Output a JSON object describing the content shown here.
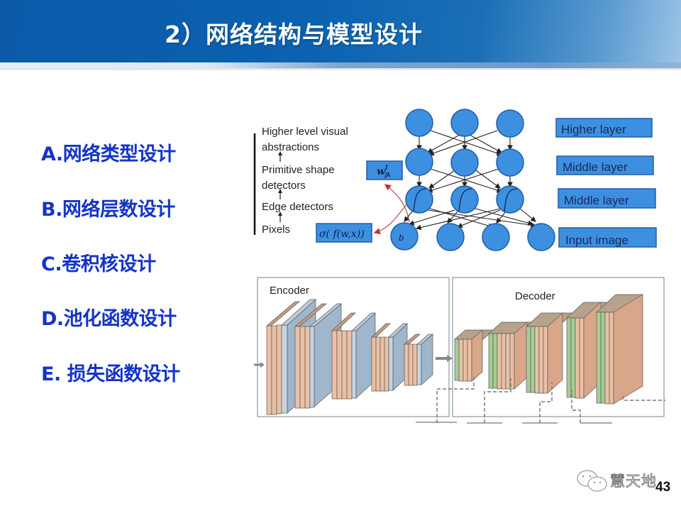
{
  "slide": {
    "title": "2）网络结构与模型设计",
    "page_number": "43",
    "watermark": "慧天地"
  },
  "design_list": {
    "items": [
      {
        "label": "A.网络类型设计"
      },
      {
        "label": "B.网络层数设计"
      },
      {
        "label": "C.卷积核设计"
      },
      {
        "label": "D.池化函数设计"
      },
      {
        "label": "E. 损失函数设计"
      }
    ]
  },
  "hierarchy_diagram": {
    "levels": [
      "Higher level visual",
      "abstractions",
      "Primitive shape",
      "detectors",
      "Edge detectors",
      "Pixels"
    ],
    "weight_label": "w",
    "weight_sup": "l",
    "weight_sub": "jk",
    "activation_label": "σ( f(w,x))",
    "bias_label": "b",
    "layer_labels": [
      "Higher layer",
      "Middle layer",
      "Middle layer",
      "Input image"
    ]
  },
  "encoder_decoder": {
    "encoder_label": "Encoder",
    "decoder_label": "Decoder"
  },
  "colors": {
    "header_blue": "#0b62b0",
    "list_text": "#1434c8",
    "node_fill": "#3d8fe0",
    "node_stroke": "#1f5fa8",
    "label_box": "#3d8fe0",
    "label_text": "#1a2a5a",
    "conv_layer": "#eac0a4",
    "pool_layer": "#9fb6cb",
    "upsample_layer": "#a6cc94",
    "decoder_conv": "#d9a68a"
  }
}
